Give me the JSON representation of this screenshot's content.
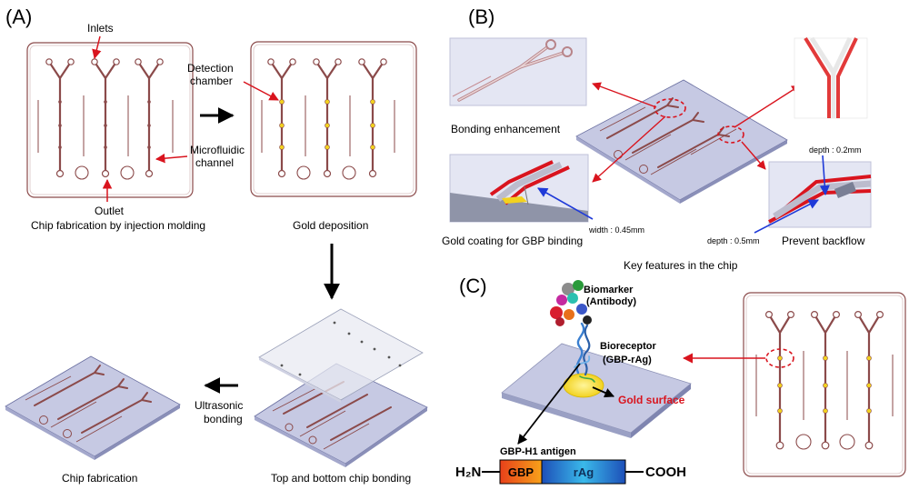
{
  "panels": {
    "a": "(A)",
    "b": "(B)",
    "c": "(C)"
  },
  "panel_a": {
    "inlets": "Inlets",
    "detection_line1": "Detection",
    "detection_line2": "chamber",
    "microfluidic_line1": "Microfluidic",
    "microfluidic_line2": "channel",
    "outlet": "Outlet",
    "fabrication_caption": "Chip fabrication by injection molding",
    "gold_caption": "Gold deposition",
    "ultrasonic_line1": "Ultrasonic",
    "ultrasonic_line2": "bonding",
    "chip_caption": "Chip fabrication",
    "bonding_caption": "Top and bottom chip bonding"
  },
  "panel_b": {
    "bonding_enhancement": "Bonding enhancement",
    "gold_coating": "Gold coating for GBP binding",
    "width_label": "width : 0.45mm",
    "depth_02": "depth : 0.2mm",
    "depth_05": "depth : 0.5mm",
    "prevent_backflow": "Prevent backflow",
    "key_features": "Key features in the chip"
  },
  "panel_c": {
    "biomarker_line1": "Biomarker",
    "biomarker_line2": "(Antibody)",
    "bioreceptor_line1": "Bioreceptor",
    "bioreceptor_line2": "(GBP-rAg)",
    "gold_surface": "Gold surface",
    "antigen": "GBP-H1 antigen",
    "h2n": "H₂N",
    "gbp": "GBP",
    "rag": "rAg",
    "cooh": "COOH"
  },
  "colors": {
    "channel": "#8b4a4a",
    "arrow_red": "#d9141e",
    "blue_pointer": "#1f3ad8",
    "gold": "#f2d21f",
    "chip_surface": "#c6c9e3",
    "gbp_gradient": [
      "#e8401a",
      "#f7a21a"
    ],
    "rag_gradient": [
      "#1d4fb8",
      "#3ab9ea"
    ],
    "gold_surface_text": "#d9141e"
  }
}
